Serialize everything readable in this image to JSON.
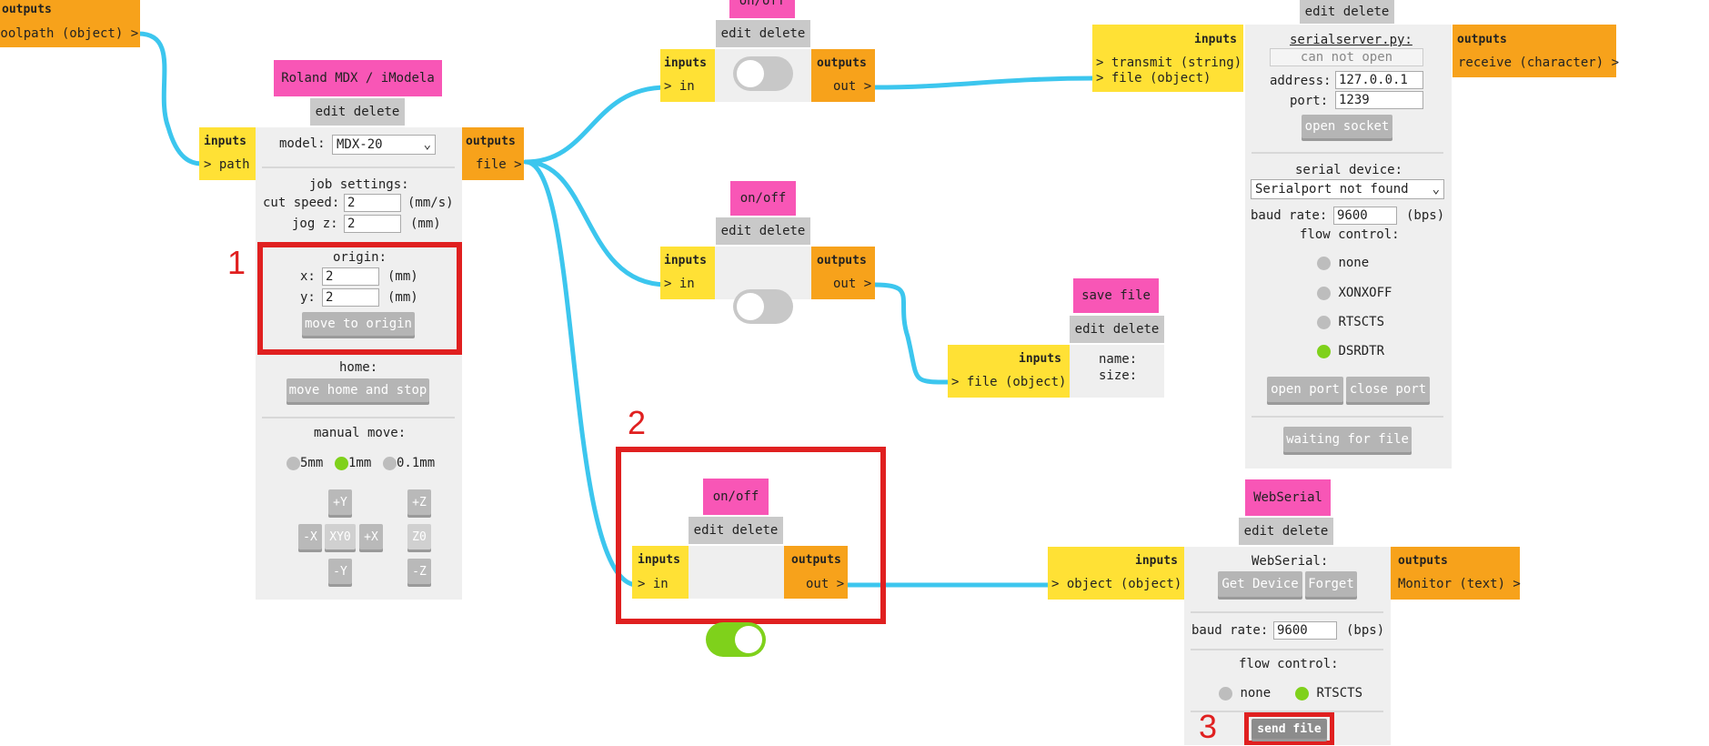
{
  "top_node": {
    "outputs_label": "outputs",
    "port": "coolpath (object) >"
  },
  "machine": {
    "title": "Roland MDX / iModela",
    "edit_delete": "edit delete",
    "inputs_label": "inputs",
    "input_port": "> path",
    "outputs_label": "outputs",
    "output_port": "file >",
    "model_label": "model:",
    "model_value": "MDX-20",
    "job_settings": "job settings:",
    "cut_speed_label": "cut speed:",
    "cut_speed_value": "2",
    "cut_speed_unit": "(mm/s)",
    "jog_z_label": "jog z:",
    "jog_z_value": "2",
    "jog_z_unit": "(mm)",
    "origin_label": "origin:",
    "x_label": "x:",
    "x_value": "2",
    "x_unit": "(mm)",
    "y_label": "y:",
    "y_value": "2",
    "y_unit": "(mm)",
    "move_to_origin": "move to origin",
    "home_label": "home:",
    "move_home": "move home and stop",
    "manual_move": "manual move:",
    "step_5": "5mm",
    "step_1": "1mm",
    "step_01": "0.1mm",
    "btn_py": "+Y",
    "btn_pz": "+Z",
    "btn_mx": "-X",
    "btn_xy0": "XY0",
    "btn_px": "+X",
    "btn_z0": "Z0",
    "btn_my": "-Y",
    "btn_mz": "-Z"
  },
  "onoff_top": {
    "title": "on/off",
    "edit_delete": "edit delete",
    "inputs_label": "inputs",
    "input_port": "> in",
    "outputs_label": "outputs",
    "output_port": "out >",
    "state": "off"
  },
  "onoff_mid": {
    "title": "on/off",
    "edit_delete": "edit delete",
    "inputs_label": "inputs",
    "input_port": "> in",
    "outputs_label": "outputs",
    "output_port": "out >",
    "state": "off"
  },
  "onoff_bottom": {
    "title": "on/off",
    "edit_delete": "edit delete",
    "inputs_label": "inputs",
    "input_port": "> in",
    "outputs_label": "outputs",
    "output_port": "out >",
    "state": "on"
  },
  "save_file": {
    "title": "save file",
    "edit_delete": "edit delete",
    "inputs_label": "inputs",
    "input_port": "> file (object)",
    "name_label": "name:",
    "size_label": "size:"
  },
  "serialserver": {
    "edit_delete": "edit delete",
    "inputs_label": "inputs",
    "input_port_1": "> transmit (string)",
    "input_port_2": "> file (object)",
    "outputs_label": "outputs",
    "output_port": "receive (character) >",
    "link": "serialserver.py:",
    "status": "can not open",
    "address_label": "address:",
    "address_value": "127.0.0.1",
    "port_label": "port:",
    "port_value": "1239",
    "open_socket": "open socket",
    "serial_device_label": "serial device:",
    "serial_device_value": "Serialport not found",
    "baud_label": "baud rate:",
    "baud_value": "9600",
    "baud_unit": "(bps)",
    "flow_label": "flow control:",
    "flow_none": "none",
    "flow_xon": "XONXOFF",
    "flow_rts": "RTSCTS",
    "flow_dsr": "DSRDTR",
    "open_port": "open port",
    "close_port": "close port",
    "waiting": "waiting for file"
  },
  "webserial": {
    "title": "WebSerial",
    "edit_delete": "edit delete",
    "inputs_label": "inputs",
    "input_port": "> object (object)",
    "outputs_label": "outputs",
    "output_port": "Monitor (text) >",
    "header": "WebSerial:",
    "get_device": "Get Device",
    "forget": "Forget",
    "baud_label": "baud rate:",
    "baud_value": "9600",
    "baud_unit": "(bps)",
    "flow_label": "flow control:",
    "flow_none": "none",
    "flow_rts": "RTSCTS",
    "send_file": "send file"
  },
  "annotations": {
    "label_1": "1",
    "label_2": "2",
    "label_3": "3"
  },
  "colors": {
    "wire": "#3cc6ee",
    "inputs": "#ffe135",
    "outputs": "#f7a21b",
    "title": "#f856b6",
    "highlight": "#e02020",
    "active": "#7fd11b"
  }
}
